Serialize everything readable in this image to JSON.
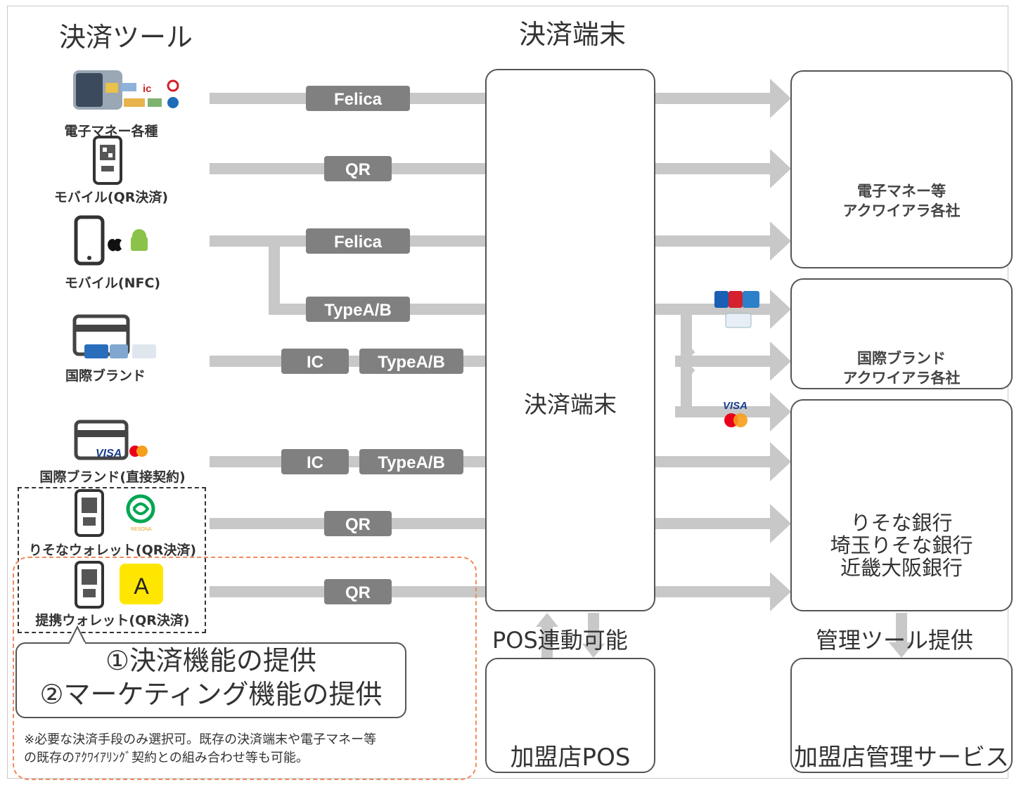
{
  "headings": {
    "tools": "決済ツール",
    "terminal": "決済端末",
    "pos": "POS連動可能",
    "mgmt": "管理ツール提供"
  },
  "tools": [
    {
      "label": "電子マネー各種",
      "icon": "ic-card-icon"
    },
    {
      "label": "モバイル(QR決済)",
      "icon": "mobile-qr-icon"
    },
    {
      "label": "モバイル(NFC)",
      "icon": "mobile-nfc-icon"
    },
    {
      "label": "国際ブランド",
      "icon": "credit-card-icon"
    },
    {
      "label": "国際ブランド(直接契約)",
      "icon": "credit-card-visa-icon"
    },
    {
      "label": "りそなウォレット(QR決済)",
      "icon": "mobile-qr-resona-icon"
    },
    {
      "label": "提携ウォレット(QR決済)",
      "icon": "mobile-qr-partner-icon"
    }
  ],
  "channels": {
    "felica": "Felica",
    "qr": "QR",
    "typeab": "TypeA/B",
    "ic": "IC"
  },
  "partner_badge": "A",
  "small_logos": {
    "ic": "ic",
    "visa": "VISA",
    "resona": "RESONA"
  },
  "terminal_label": "決済端末",
  "acquirers": {
    "emoney": [
      "電子マネー等",
      "アクワイアラ各社"
    ],
    "brand": [
      "国際ブランド",
      "アクワイアラ各社"
    ],
    "banks": [
      "りそな銀行",
      "埼玉りそな銀行",
      "近畿大阪銀行"
    ]
  },
  "pos_label": "加盟店POS",
  "mgmt_label": "加盟店管理サービス",
  "callout": {
    "line1": "①決済機能の提供",
    "line2": "②マーケティング機能の提供"
  },
  "note": {
    "line1": "※必要な決済手段のみ選択可。既存の決済端末や電子マネー等",
    "line2": "の既存のｱｸﾜｲｱﾘﾝｸﾞ契約との組み合わせ等も可能。"
  },
  "colors": {
    "arrow": "#c8c8c8",
    "pill": "#808080",
    "cloud_gray": "#7a7a7a",
    "cloud_orange": "#f0883e",
    "resona_green": "#00a650",
    "pos_purple": "#4a4f9c",
    "dashed_orange": "#f08a5d",
    "partner_yellow": "#ffe600"
  }
}
